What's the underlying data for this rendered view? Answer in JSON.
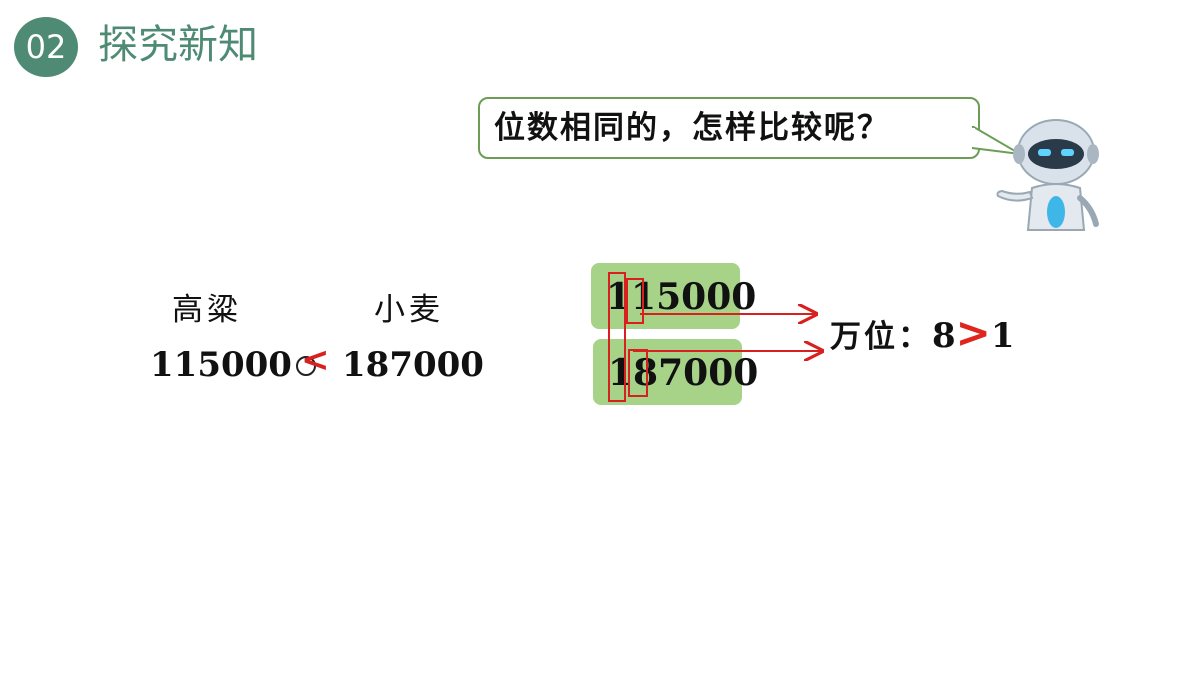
{
  "header": {
    "number": "02",
    "title": "探究新知"
  },
  "speech_bubble": {
    "text": "位数相同的，怎样比较呢？"
  },
  "comparison": {
    "labels": {
      "left": "高粱",
      "right": "小麦"
    },
    "left_value": "115000",
    "operator": "<",
    "right_value": "187000"
  },
  "stacked": {
    "top": "115000",
    "bottom": "187000"
  },
  "result": {
    "place": "万位：",
    "left_digit": "8",
    "operator": ">",
    "right_digit": "1"
  },
  "colors": {
    "accent": "#4e8a74",
    "highlight": "#a7d389",
    "mark": "#d8201f"
  }
}
